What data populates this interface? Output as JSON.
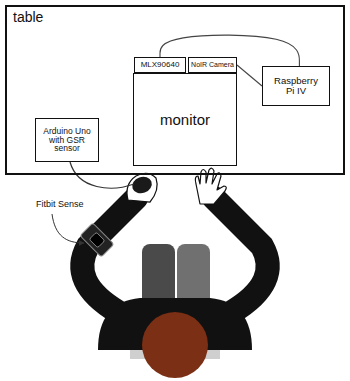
{
  "diagram": {
    "nodes": [
      {
        "text": [
          "table"
        ]
      },
      {
        "text": [
          "MLX90640"
        ],
        "in": 0
      },
      {
        "text": [
          "NoIR Camera"
        ],
        "in": 0
      },
      {
        "text": [
          "Raspberry Pi IV"
        ],
        "in": 0
      },
      {
        "text": [
          "monitor"
        ],
        "in": 0
      },
      {
        "text": [
          "Arduino Uno with GSR sensor"
        ],
        "in": 0
      }
    ],
    "edges": [
      {
        "from": 1,
        "to": 3,
        "arrow": "none"
      },
      {
        "from": 2,
        "to": 3,
        "arrow": "none"
      }
    ],
    "labels": [
      "Fitbit Sense"
    ]
  }
}
